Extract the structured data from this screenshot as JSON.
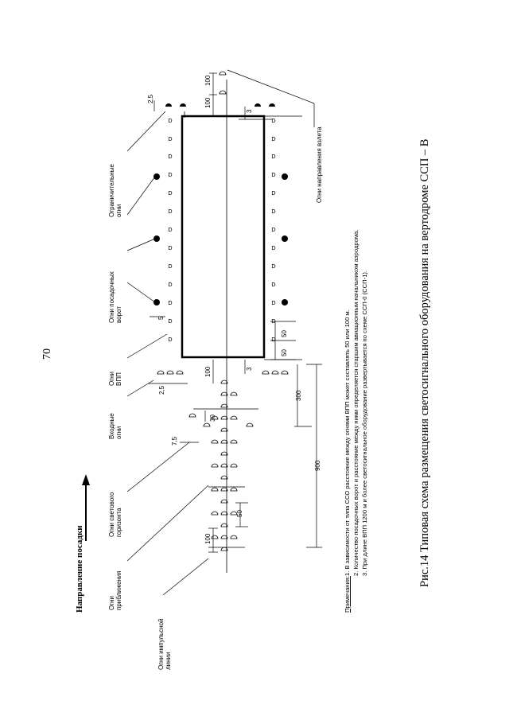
{
  "page_number": "70",
  "direction_label": "Направление посадки",
  "labels": {
    "pulse_line": "Огни импульсной\nлинии",
    "approach": "Огни\nприближения",
    "horizon": "Огни светового\nгоризонта",
    "entrance": "Входные\nогни",
    "runway": "Огни\nВПП",
    "landing_gate": "Огни посадочных\nворот",
    "limiting": "Ограничительные\nогни",
    "takeoff_direction": "Огни направления взлета"
  },
  "dimensions": {
    "d100_top": "100",
    "d100_top2": "100",
    "d2_5_top": "2,5",
    "d3_top": "3",
    "d5": "5",
    "d50_a": "50",
    "d50_b": "50",
    "d3_bottom": "3",
    "d100_mid": "100",
    "d2_5_mid": "2,5",
    "d300": "300",
    "d30": "30",
    "d7_5": "7,5",
    "d50_approach": "50",
    "d900": "900",
    "d100_bottom": "100"
  },
  "notes": {
    "title": "Примечания:",
    "items": [
      "1. В зависимости от типа ССО расстояние между огнями ВПП может составлять 50 или 100 м.",
      "2. Количество посадочных ворот и расстояние между ними определяется старшим авиационным начальником аэродрома.",
      "3. При длине ВПП 1200 м и более светосигнальное оборудование развертывается по схеме ССП-0 (ССП-1)."
    ]
  },
  "caption": "Рис.14 Типовая схема размещения светосигнального оборудования  на вертодроме ССП – В"
}
